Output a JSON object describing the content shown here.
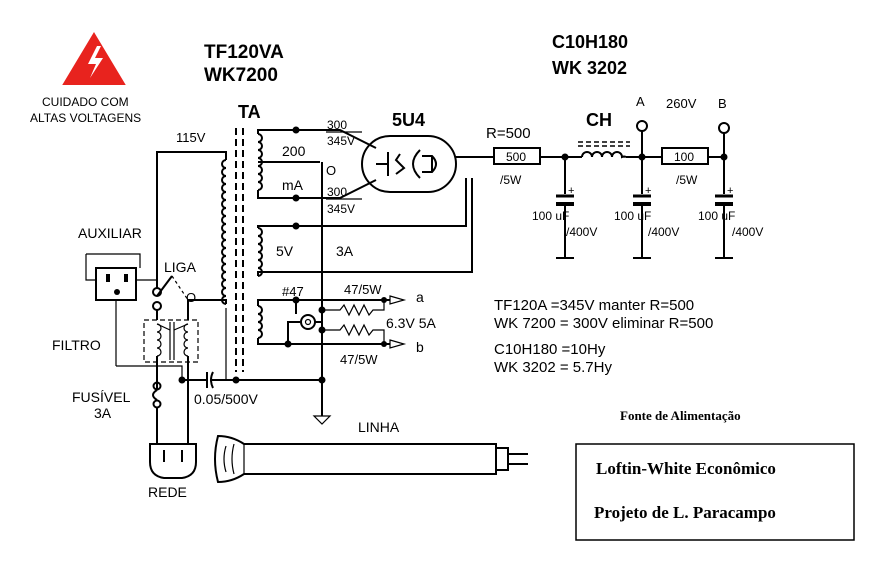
{
  "warning": {
    "line1": "CUIDADO   COM",
    "line2": "ALTAS VOLTAGENS",
    "icon": "high-voltage-icon",
    "color": "#e8231e"
  },
  "transformer_models": {
    "line1": "TF120VA",
    "line2": "WK7200"
  },
  "choke_models": {
    "line1": "C10H180",
    "line2": "WK 3202"
  },
  "labels": {
    "ta": "TA",
    "v115": "115V",
    "tap200": "200",
    "tapO1": "O",
    "tapmA": "mA",
    "sec300a": "300",
    "sec345a": "345V",
    "sec300b": "300",
    "sec345b": "345V",
    "v5": "5V",
    "a3": "3A",
    "lamp": "#47",
    "res47a": "47/5W",
    "res47b": "47/5W",
    "v63": "6.3V  5A",
    "term_a": "a",
    "term_b": "b",
    "auxiliar": "AUXILIAR",
    "liga": "LIGA",
    "tapO2": "O",
    "filtro": "FILTRO",
    "fusivel": "FUSÍVEL",
    "fuse3a": "3A",
    "rede": "REDE",
    "cap05": "0.05/500V",
    "linha": "LINHA",
    "tube": "5U4",
    "r500": "R=500",
    "r500box": "500",
    "r500w": "/5W",
    "ch": "CH",
    "ptA": "A",
    "v260": "260V",
    "ptB": "B",
    "r100box": "100",
    "r100w": "/5W",
    "cap1a": "100 uF",
    "cap1b": "/400V",
    "cap2a": "100 uF",
    "cap2b": "/400V",
    "cap3a": "100 uF",
    "cap3b": "/400V",
    "plus": "+"
  },
  "notes": [
    "TF120A =345V  manter R=500",
    "WK 7200 = 300V  eliminar R=500",
    "C10H180 =10Hy",
    "WK 3202 = 5.7Hy"
  ],
  "title_block": {
    "heading": "Fonte de Alimentação",
    "line1": "Loftin-White Econômico",
    "line2": "Projeto de L. Paracampo"
  }
}
